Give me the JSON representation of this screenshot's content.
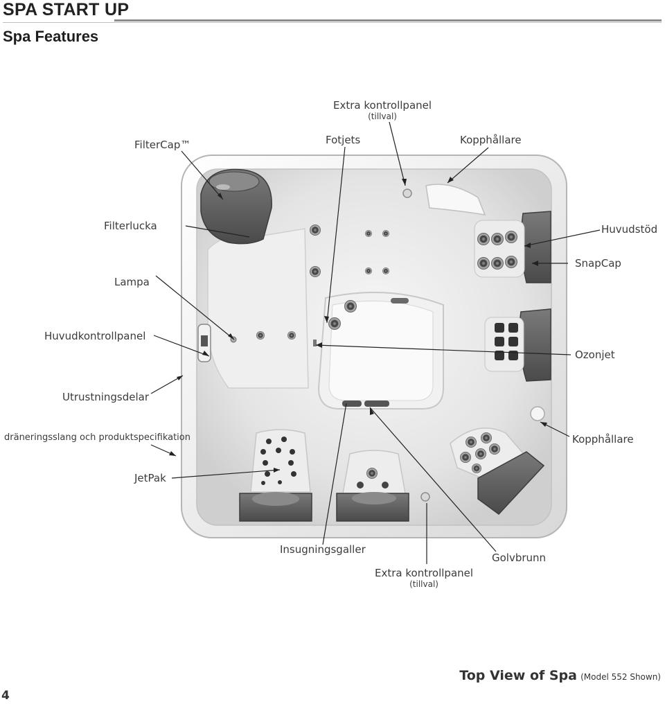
{
  "header": {
    "title": "SPA START UP",
    "subtitle": "Spa Features"
  },
  "labels": {
    "extra_top": "Extra kontrollpanel",
    "extra_top_note": "(tillval)",
    "filtercap": "FilterCap™",
    "fotjets": "Fotjets",
    "kopphallare_top": "Kopphållare",
    "filterlucka": "Filterlucka",
    "huvudstod": "Huvudstöd",
    "lampa": "Lampa",
    "snapcap": "SnapCap",
    "huvudkontrollpanel": "Huvudkontrollpanel",
    "ozonjet": "Ozonjet",
    "utrustningsdelar": "Utrustningsdelar",
    "draneringsslang": "dräneringsslang och produktspecifikation",
    "kopphallare_right": "Kopphållare",
    "jetpak": "JetPak",
    "insugningsgaller": "Insugningsgaller",
    "golvbrunn": "Golvbrunn",
    "extra_bottom": "Extra kontrollpanel",
    "extra_bottom_note": "(tillval)"
  },
  "caption": {
    "title": "Top View of Spa",
    "note": "(Model 552 Shown)"
  },
  "page_number": "4",
  "colors": {
    "shell": "#e9e9e9",
    "seat_dark": "#5e5e5e",
    "leader": "#222222"
  }
}
